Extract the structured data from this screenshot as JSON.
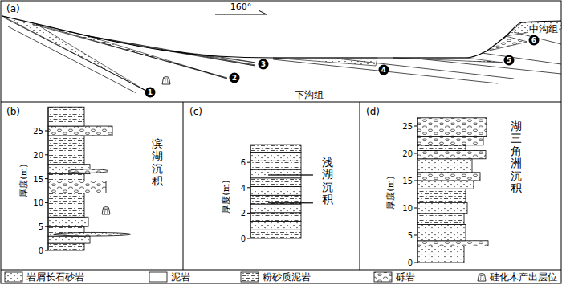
{
  "diagram": {
    "labels": [
      "(a)",
      "160°",
      "中沟组",
      "下沟组",
      "1",
      "2",
      "3",
      "4",
      "5",
      "6",
      "(b)",
      "厚度(m)",
      "0",
      "5",
      "10",
      "15",
      "20",
      "25",
      "滨湖沉积",
      "(c)",
      "厚度(m)",
      "0",
      "2",
      "4",
      "6",
      "浅湖沉积",
      "(d)",
      "厚度(m)",
      "0",
      "5",
      "10",
      "15",
      "20",
      "25",
      "湖三角洲沉积"
    ],
    "legend": [
      {
        "text": "岩屑长石砂岩"
      },
      {
        "text": "泥岩"
      },
      {
        "text": "粉砂质泥岩"
      },
      {
        "text": "砾岩"
      },
      {
        "text": "硅化木产出层位"
      }
    ]
  }
}
